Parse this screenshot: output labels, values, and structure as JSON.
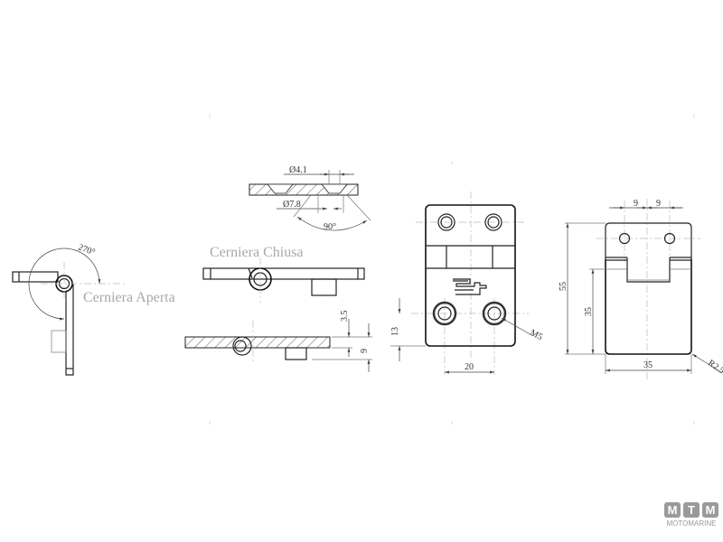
{
  "labels": {
    "open_hinge": "Cerniera Aperta",
    "closed_hinge": "Cerniera Chiusa"
  },
  "dimensions": {
    "open_angle": "270°",
    "hole_diameter": "Ø4.1",
    "countersink_diameter": "Ø7.8",
    "countersink_angle": "90°",
    "pin_offset": "3.5",
    "side_height": "9",
    "front_hole_height": "13",
    "front_hole_spacing": "20",
    "thread": "M5",
    "total_length": "55",
    "lower_leaf_length": "35",
    "top_hole_left": "9",
    "top_hole_right": "9",
    "width": "35",
    "corner_radius": "R2.5"
  },
  "watermark": {
    "letters": [
      "M",
      "T",
      "M"
    ],
    "name": "MOTOMARINE"
  }
}
